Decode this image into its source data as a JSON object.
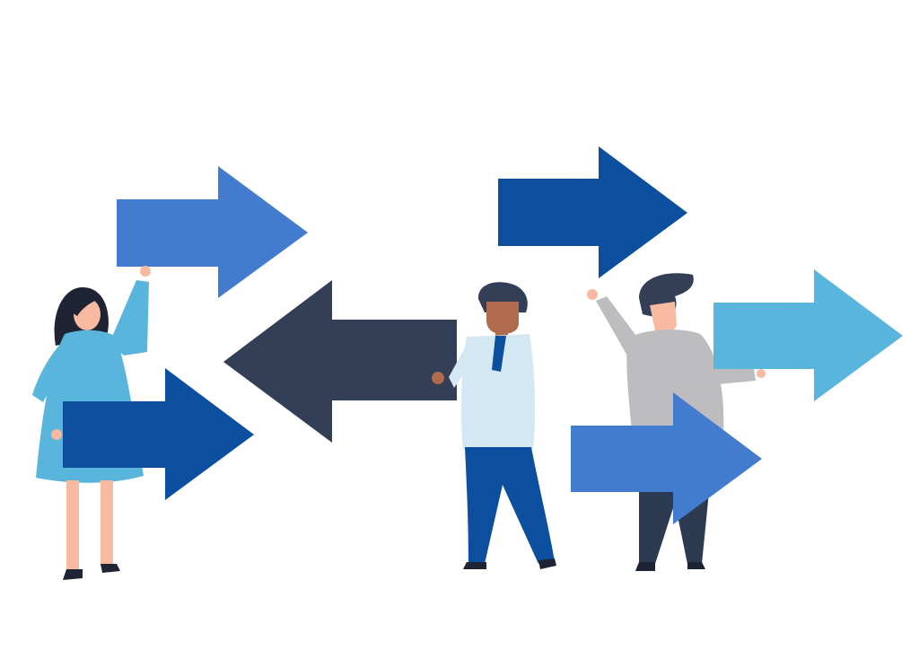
{
  "illustration": {
    "subject": "people-holding-direction-arrows",
    "colors": {
      "background": "#ffffff",
      "arrow_mid_blue": "#437ccf",
      "arrow_dark_blue": "#0c4f9e",
      "arrow_navy": "#323f56",
      "arrow_light_blue": "#5ab5dc",
      "woman_dress": "#5ab5dc",
      "woman_hair": "#1f2434",
      "skin_light": "#f7b9a0",
      "skin_dark": "#b06b4d",
      "man_shirt": "#d4e8f3",
      "man_tie": "#0c4f9e",
      "man_pants": "#0c4f9e",
      "hair_dark": "#323f56",
      "sweater_gray": "#bdbdbf",
      "pants_navy": "#2d3b52"
    },
    "arrows": [
      {
        "name": "top-left-arrow",
        "direction": "right",
        "color_key": "arrow_mid_blue"
      },
      {
        "name": "top-center-arrow",
        "direction": "right",
        "color_key": "arrow_dark_blue"
      },
      {
        "name": "center-arrow",
        "direction": "left",
        "color_key": "arrow_navy"
      },
      {
        "name": "right-arrow",
        "direction": "right",
        "color_key": "arrow_light_blue"
      },
      {
        "name": "left-low-arrow",
        "direction": "right",
        "color_key": "arrow_dark_blue"
      },
      {
        "name": "right-low-arrow",
        "direction": "right",
        "color_key": "arrow_mid_blue"
      }
    ],
    "people": [
      "woman",
      "man-with-tie",
      "person-gray-sweater"
    ]
  }
}
